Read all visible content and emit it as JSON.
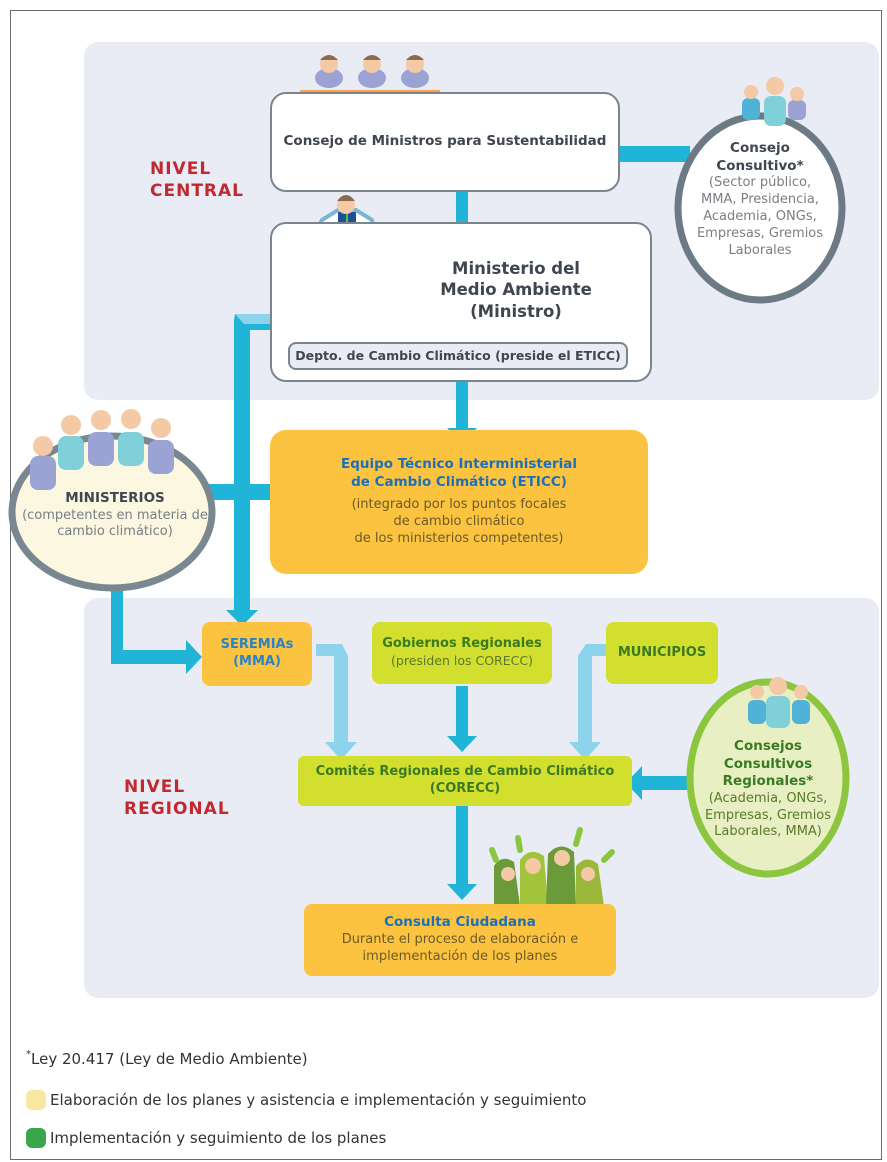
{
  "levels": {
    "central": [
      "NIVEL",
      "CENTRAL"
    ],
    "regional": [
      "NIVEL",
      "REGIONAL"
    ]
  },
  "consejo_ministros": {
    "label": "Consejo de Ministros para Sustentabilidad"
  },
  "ministerio": {
    "title": [
      "Ministerio del",
      "Medio Ambiente",
      "(Ministro)"
    ],
    "depto": "Depto. de Cambio Climático (preside el ETICC)"
  },
  "consejo_consultivo": {
    "title": [
      "Consejo",
      "Consultivo*"
    ],
    "detail": [
      "(Sector público,",
      "MMA, Presidencia,",
      "Academia, ONGs,",
      "Empresas, Gremios",
      "Laborales"
    ]
  },
  "eticc": {
    "title": [
      "Equipo Técnico Interministerial",
      "de Cambio Climático (ETICC)"
    ],
    "detail": [
      "(integrado por los puntos focales",
      "de cambio climático",
      "de los ministerios competentes)"
    ]
  },
  "ministerios": {
    "title": "MINISTERIOS",
    "detail": [
      "(competentes en materia de",
      "cambio climático)"
    ]
  },
  "seremias": {
    "title": [
      "SEREMIAs",
      "(MMA)"
    ]
  },
  "gobiernos": {
    "title": "Gobiernos Regionales",
    "detail": "(presiden los CORECC)"
  },
  "municipios": {
    "title": "MUNICIPIOS"
  },
  "corecc": {
    "title": [
      "Comités Regionales de Cambio Climático",
      "(CORECC)"
    ]
  },
  "consejos_regionales": {
    "title": [
      "Consejos",
      "Consultivos",
      "Regionales*"
    ],
    "detail": [
      "(Academia, ONGs,",
      "Empresas, Gremios",
      "Laborales, MMA)"
    ]
  },
  "consulta": {
    "title": "Consulta Ciudadana",
    "detail": [
      "Durante el proceso de elaboración e",
      "implementación de los planes"
    ]
  },
  "footnote": {
    "mark": "*",
    "text": "Ley 20.417 (Ley de Medio Ambiente)"
  },
  "legend": [
    {
      "label": "Elaboración de los planes y asistencia e implementación y seguimiento",
      "color": "#f8e7a0"
    },
    {
      "label": "Implementación y seguimiento de los planes",
      "color": "#3aa54a"
    }
  ],
  "colors": {
    "arrow": "#1fb4d8",
    "arrow_light": "#8ed3ec",
    "orange": "#fbc33f",
    "lime": "#d3df2e",
    "green_ring": "#8cc63f",
    "gray_ring": "#6b7a85",
    "title_red": "#c0292f"
  }
}
